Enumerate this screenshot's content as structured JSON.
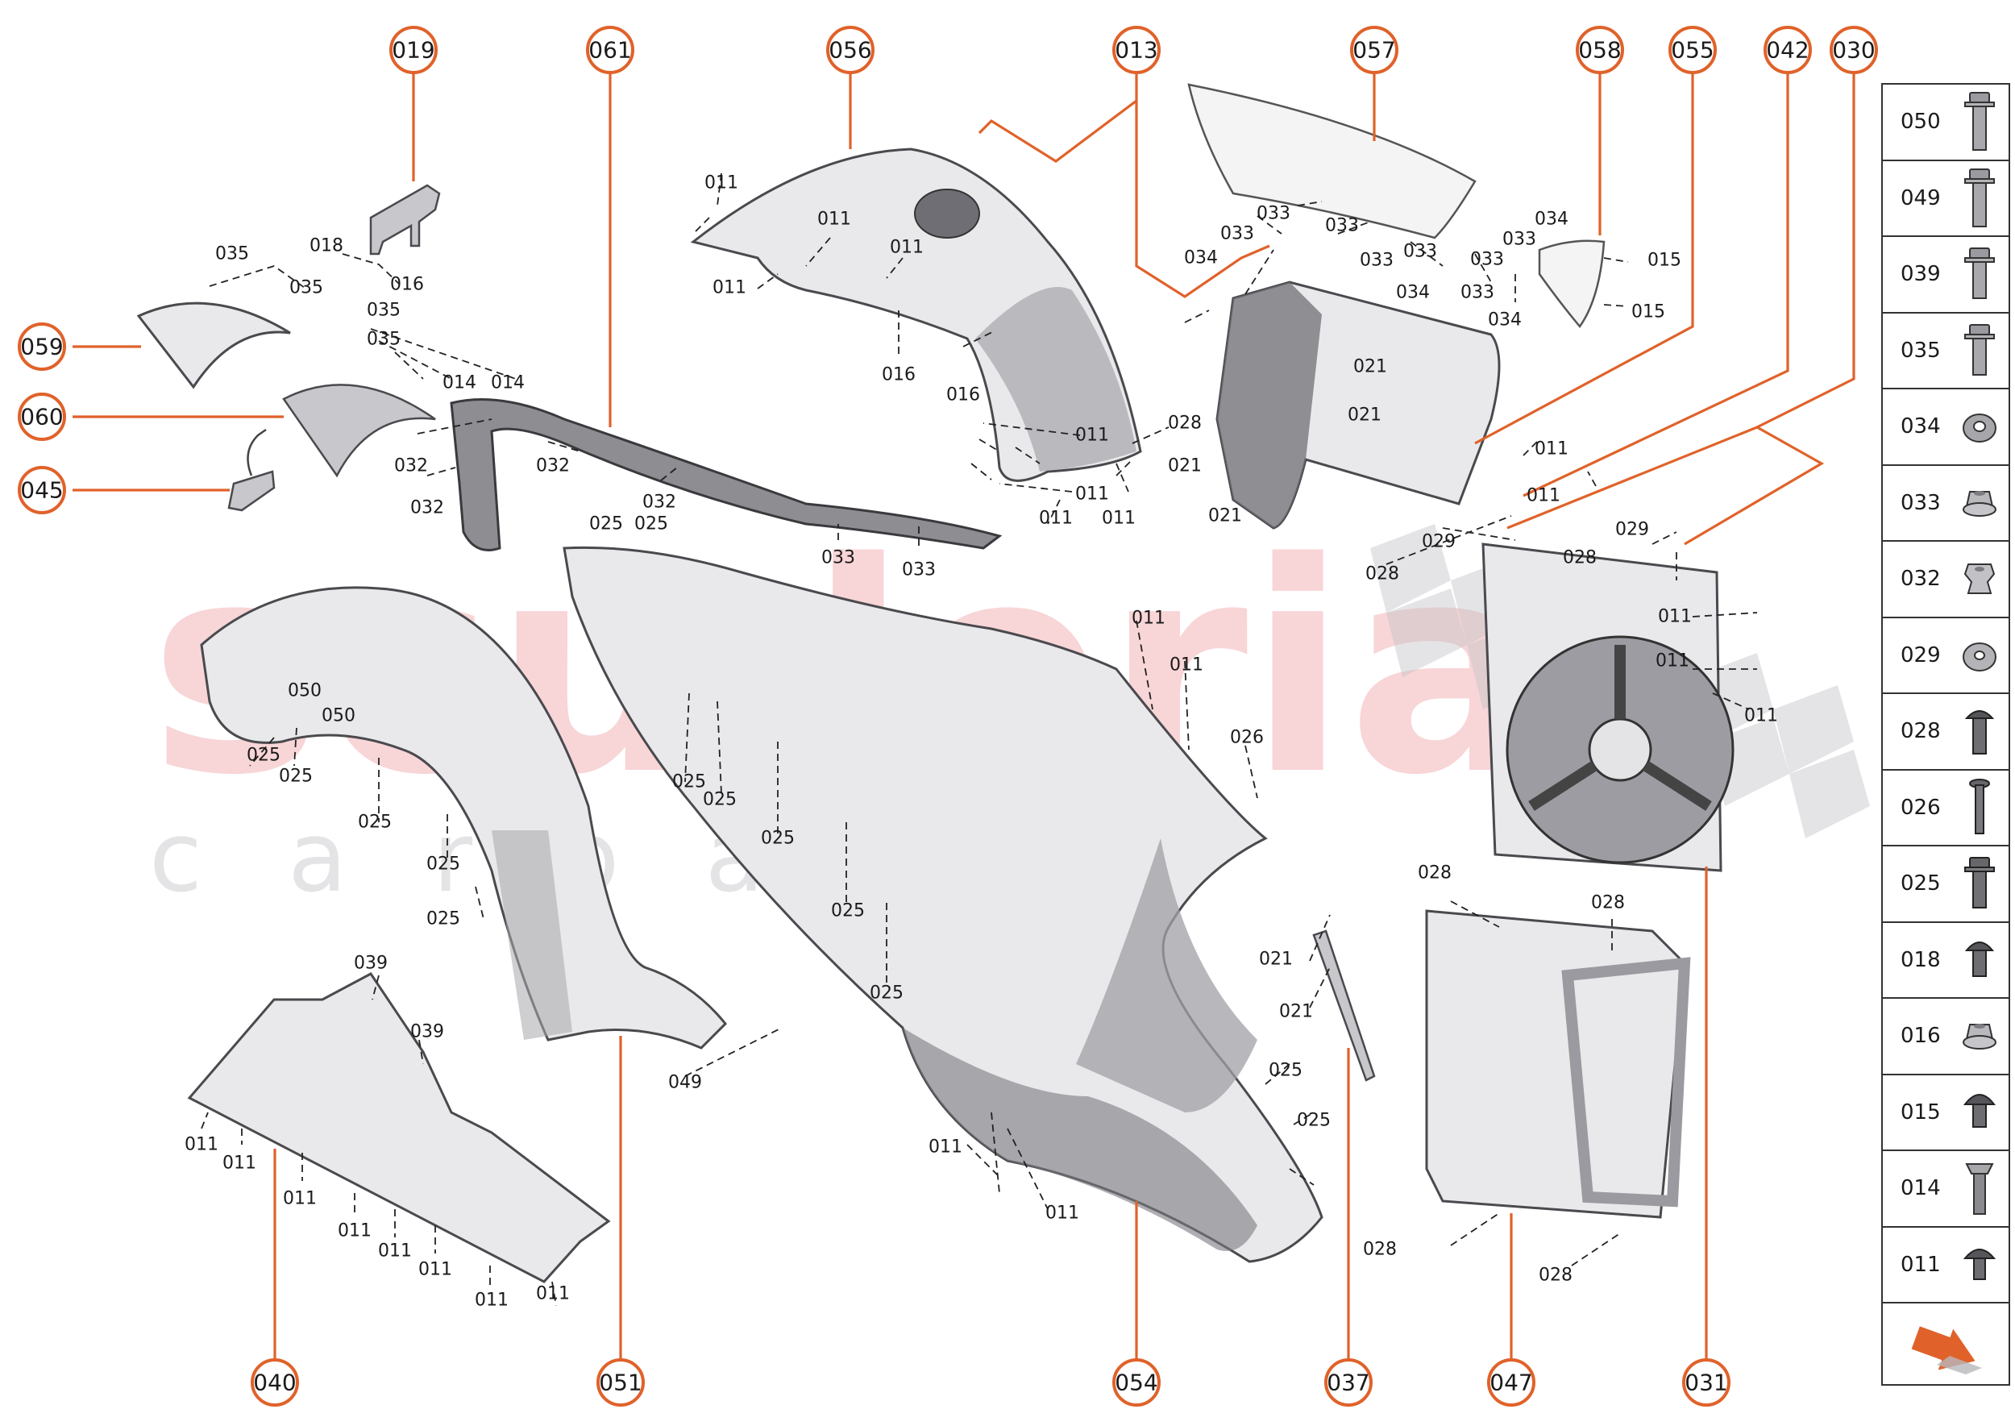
{
  "watermark": {
    "main": "scuderia",
    "sub": "c a r p a r t s"
  },
  "callouts": [
    {
      "id": "c019",
      "label": "019"
    },
    {
      "id": "c061",
      "label": "061"
    },
    {
      "id": "c056",
      "label": "056"
    },
    {
      "id": "c013",
      "label": "013"
    },
    {
      "id": "c057",
      "label": "057"
    },
    {
      "id": "c058",
      "label": "058"
    },
    {
      "id": "c055",
      "label": "055"
    },
    {
      "id": "c042",
      "label": "042"
    },
    {
      "id": "c030",
      "label": "030"
    },
    {
      "id": "c059",
      "label": "059"
    },
    {
      "id": "c060",
      "label": "060"
    },
    {
      "id": "c045",
      "label": "045"
    },
    {
      "id": "c040",
      "label": "040"
    },
    {
      "id": "c051",
      "label": "051"
    },
    {
      "id": "c054",
      "label": "054"
    },
    {
      "id": "c037",
      "label": "037"
    },
    {
      "id": "c047",
      "label": "047"
    },
    {
      "id": "c031",
      "label": "031"
    }
  ],
  "refs": {
    "r011": "011",
    "r014": "014",
    "r015": "015",
    "r016": "016",
    "r018": "018",
    "r021": "021",
    "r025": "025",
    "r026": "026",
    "r028": "028",
    "r029": "029",
    "r032": "032",
    "r033": "033",
    "r034": "034",
    "r035": "035",
    "r039": "039",
    "r049": "049",
    "r050": "050"
  },
  "fasteners": [
    {
      "code": "050",
      "icon": "flange-bolt-long-icon"
    },
    {
      "code": "049",
      "icon": "flange-bolt-long-icon"
    },
    {
      "code": "039",
      "icon": "flange-bolt-icon"
    },
    {
      "code": "035",
      "icon": "flange-bolt-icon"
    },
    {
      "code": "034",
      "icon": "washer-icon"
    },
    {
      "code": "033",
      "icon": "flange-nut-icon"
    },
    {
      "code": "032",
      "icon": "clip-nut-icon"
    },
    {
      "code": "029",
      "icon": "washer-icon"
    },
    {
      "code": "028",
      "icon": "round-head-screw-icon"
    },
    {
      "code": "026",
      "icon": "pin-screw-icon"
    },
    {
      "code": "025",
      "icon": "flange-bolt-icon"
    },
    {
      "code": "018",
      "icon": "round-head-screw-icon"
    },
    {
      "code": "016",
      "icon": "flange-nut-icon"
    },
    {
      "code": "015",
      "icon": "round-head-screw-icon"
    },
    {
      "code": "014",
      "icon": "flat-head-bolt-icon"
    },
    {
      "code": "011",
      "icon": "round-head-screw-icon"
    }
  ],
  "colors": {
    "accent": "#e0622a",
    "watermark": "#f4b3b8"
  }
}
